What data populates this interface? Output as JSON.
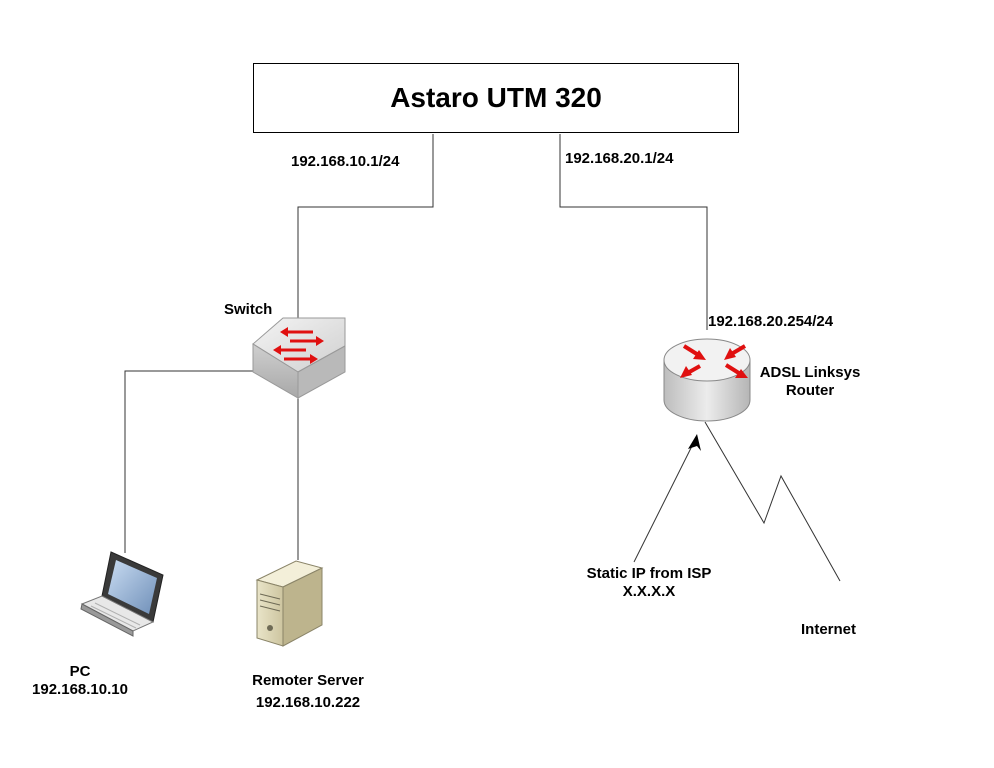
{
  "firewall": {
    "title": "Astaro UTM 320"
  },
  "interfaces": {
    "lan": "192.168.10.1/24",
    "wan": "192.168.20.1/24"
  },
  "switch": {
    "label": "Switch"
  },
  "router": {
    "ip": "192.168.20.254/24",
    "label_line1": "ADSL Linksys",
    "label_line2": "Router"
  },
  "pc": {
    "label": "PC",
    "ip": "192.168.10.10"
  },
  "server": {
    "label": "Remoter Server",
    "ip": "192.168.10.222"
  },
  "isp": {
    "label_line1": "Static IP from ISP",
    "label_line2": "X.X.X.X"
  },
  "internet": {
    "label": "Internet"
  },
  "colors": {
    "arrow_red": "#e01010",
    "line": "#333333",
    "device_gray": "#d4d4d4"
  },
  "icons": [
    "switch-icon",
    "router-icon",
    "laptop-icon",
    "server-icon",
    "lightning-link-icon"
  ]
}
